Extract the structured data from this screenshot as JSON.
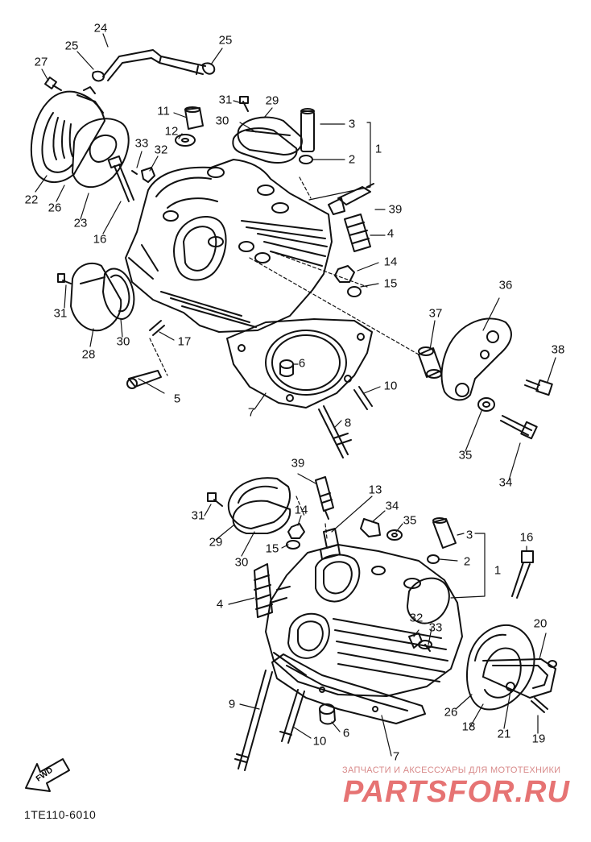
{
  "diagram_code": "1TE110-6010",
  "watermark": {
    "subtitle": "ЗАПЧАСТИ И АКСЕССУАРЫ ДЛЯ МОТОТЕХНИКИ",
    "brand": "PARTSFOR.RU"
  },
  "fwd_label": "FWD",
  "callouts": {
    "c24": "24",
    "c25a": "25",
    "c25b": "25",
    "c27": "27",
    "c31a": "31",
    "c29a": "29",
    "c11": "11",
    "c12": "12",
    "c30a": "30",
    "c3a": "3",
    "c2a": "2",
    "c1a": "1",
    "c33a": "33",
    "c32a": "32",
    "c22": "22",
    "c26a": "26",
    "c23": "23",
    "c16a": "16",
    "c39a": "39",
    "c4a": "4",
    "c14a": "14",
    "c15a": "15",
    "c31b": "31",
    "c28": "28",
    "c30b": "30",
    "c17": "17",
    "c5": "5",
    "c6a": "6",
    "c7a": "7",
    "c10a": "10",
    "c8": "8",
    "c36": "36",
    "c37": "37",
    "c38": "38",
    "c35a": "35",
    "c34a": "34",
    "c39b": "39",
    "c13": "13",
    "c34b": "34",
    "c35b": "35",
    "c3b": "3",
    "c2b": "2",
    "c1b": "1",
    "c16b": "16",
    "c31c": "31",
    "c29b": "29",
    "c14b": "14",
    "c15b": "15",
    "c30c": "30",
    "c4b": "4",
    "c32b": "32",
    "c33b": "33",
    "c20": "20",
    "c9": "9",
    "c26b": "26",
    "c18": "18",
    "c21": "21",
    "c19": "19",
    "c10b": "10",
    "c6b": "6",
    "c7b": "7"
  }
}
